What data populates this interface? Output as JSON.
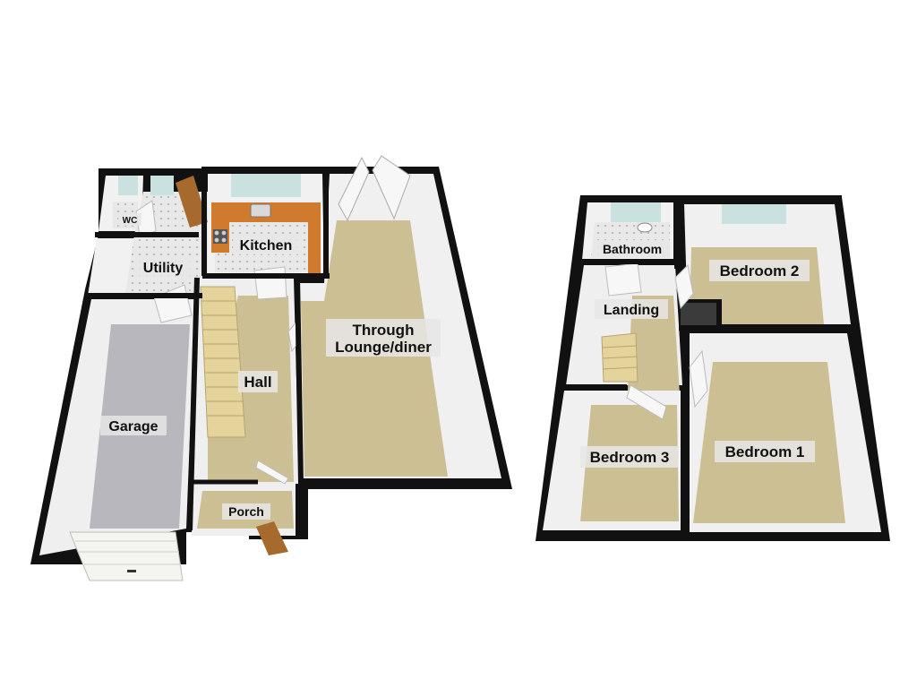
{
  "ground_floor": {
    "rooms": {
      "wc": "WC",
      "utility": "Utility",
      "kitchen": "Kitchen",
      "garage": "Garage",
      "hall": "Hall",
      "lounge_line1": "Through",
      "lounge_line2": "Lounge/diner",
      "porch": "Porch"
    }
  },
  "first_floor": {
    "rooms": {
      "bathroom": "Bathroom",
      "bedroom2": "Bedroom 2",
      "landing": "Landing",
      "bedroom3": "Bedroom 3",
      "bedroom1": "Bedroom 1"
    }
  },
  "colors": {
    "wall": "#111111",
    "wall_face": "#f2f2f2",
    "carpet": "#cdbf94",
    "garage_floor": "#b7b7bd",
    "tile_floor": "#e6e6e6",
    "kitchen_counter": "#d07a2e",
    "window_glass": "#c9e2df",
    "door_wood": "#a56a2c"
  }
}
